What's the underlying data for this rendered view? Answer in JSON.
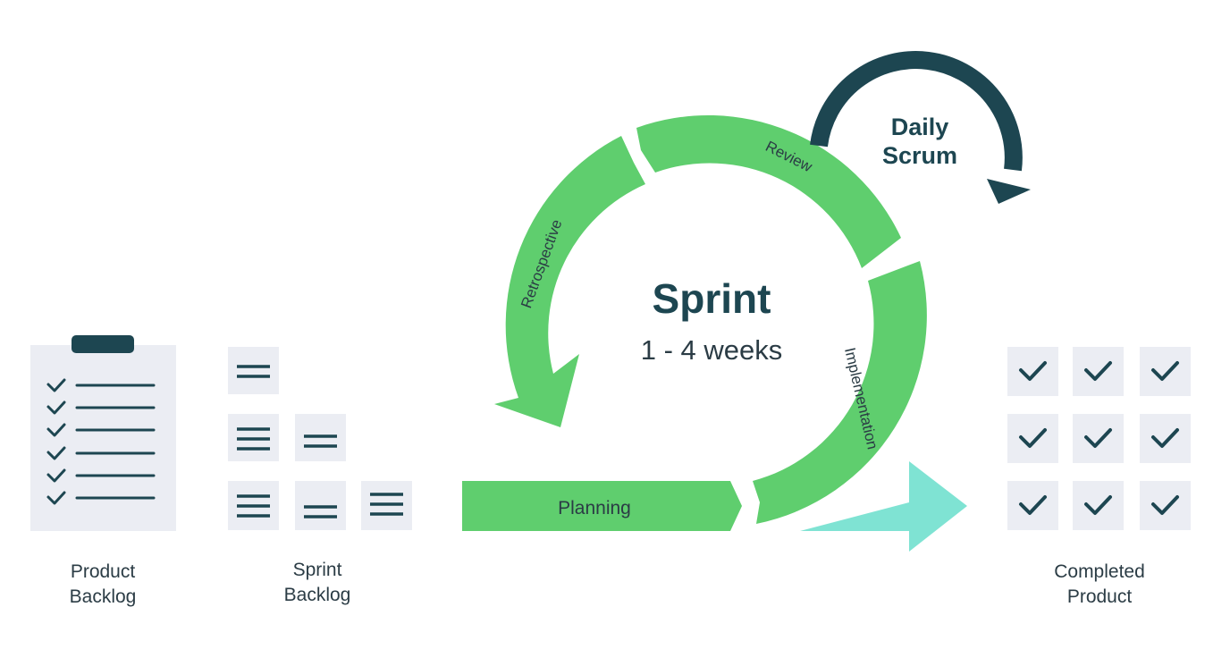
{
  "product_backlog": {
    "label_line1": "Product",
    "label_line2": "Backlog"
  },
  "sprint_backlog": {
    "label_line1": "Sprint",
    "label_line2": "Backlog"
  },
  "sprint_cycle": {
    "title": "Sprint",
    "duration": "1 - 4 weeks",
    "stages": {
      "planning": "Planning",
      "implementation": "Implementation",
      "review": "Review",
      "retrospective": "Retrospective"
    }
  },
  "daily_scrum": {
    "line1": "Daily",
    "line2": "Scrum"
  },
  "completed_product": {
    "label_line1": "Completed",
    "label_line2": "Product"
  },
  "colors": {
    "green": "#5fce6e",
    "dark_teal": "#1d4651",
    "mint": "#7fe3d3",
    "tile": "#ebedf3",
    "text": "#2b3c45"
  }
}
